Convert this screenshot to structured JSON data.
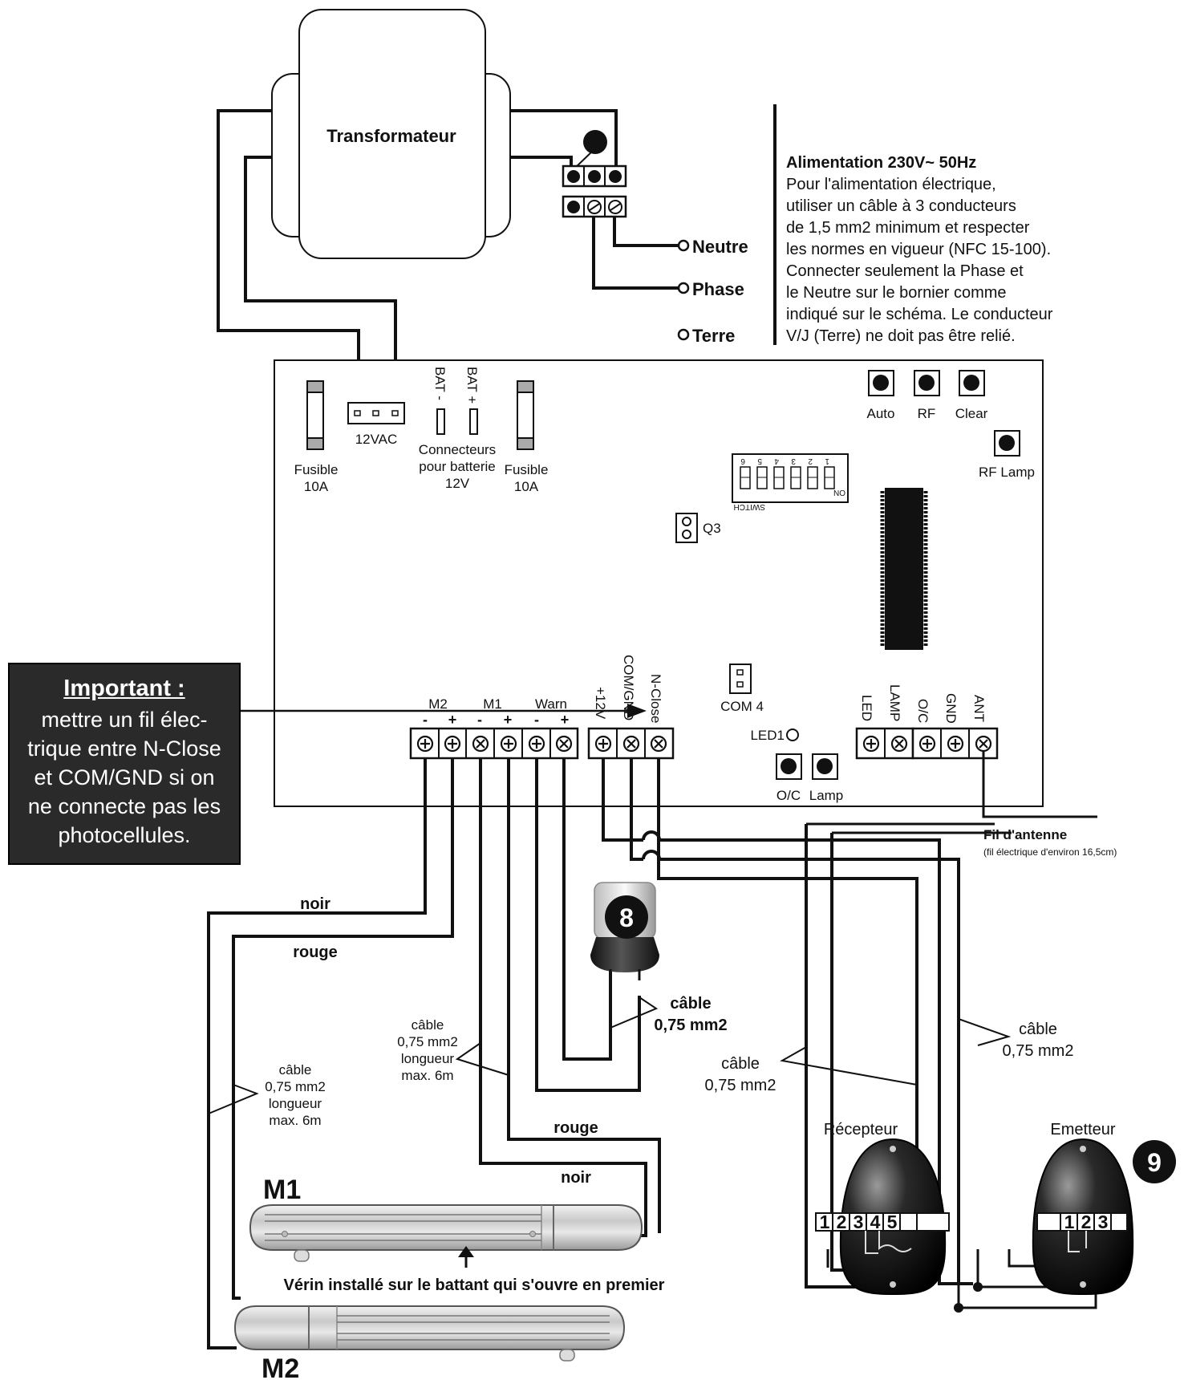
{
  "transformer": {
    "label": "Transformateur"
  },
  "mains": {
    "neutral": "Neutre",
    "phase": "Phase",
    "earth": "Terre"
  },
  "power_note": {
    "title": "Alimentation 230V~ 50Hz",
    "lines": [
      "Pour l'alimentation électrique,",
      "utiliser un câble à 3 conducteurs",
      "de 1,5 mm2 minimum et respecter",
      "les normes en vigueur (NFC 15-100).",
      "Connecter seulement la Phase et",
      "le Neutre sur le bornier comme",
      "indiqué sur le schéma. Le conducteur",
      "V/J (Terre) ne doit pas être relié."
    ]
  },
  "board": {
    "fuse_left": [
      "Fusible",
      "10A"
    ],
    "fuse_right": [
      "Fusible",
      "10A"
    ],
    "vac": "12VAC",
    "bat_minus": "BAT -",
    "bat_plus": "BAT +",
    "battery": [
      "Connecteurs",
      "pour batterie",
      "12V"
    ],
    "buttons": [
      "Auto",
      "RF",
      "Clear"
    ],
    "rf_lamp": "RF Lamp",
    "switch_label": "SWITCH",
    "switch_on": "ON",
    "switch_numbers": [
      "1",
      "2",
      "3",
      "4",
      "5",
      "6"
    ],
    "q3": "Q3",
    "com4": "COM 4",
    "led1": "LED1",
    "oc": "O/C",
    "lamp": "Lamp",
    "groups": [
      "M2",
      "M1",
      "Warn"
    ],
    "polarity": [
      "-",
      "+",
      "-",
      "+",
      "-",
      "+"
    ],
    "mid_terms": [
      "+12V",
      "COM/GND",
      "N-Close"
    ],
    "right_terms": [
      "LED",
      "LAMP",
      "O/C",
      "GND",
      "ANT"
    ]
  },
  "important": {
    "title": "Important :",
    "lines": [
      "mettre un fil élec-",
      "trique entre N-Close",
      "et COM/GND si on",
      "ne connecte pas les",
      "photocellules."
    ]
  },
  "antenna": {
    "title": "Fil d'antenne",
    "note": "(fil électrique d'environ 16,5cm)"
  },
  "wires": {
    "black": "noir",
    "red": "rouge"
  },
  "cable_long": [
    "câble",
    "0,75 mm2",
    "longueur",
    "max. 6m"
  ],
  "cable_short": [
    "câble",
    "0,75 mm2"
  ],
  "badges": {
    "lamp": "8",
    "photocell": "9"
  },
  "receiver": {
    "label": "Récepteur",
    "terminals": [
      "1",
      "2",
      "3",
      "4",
      "5"
    ]
  },
  "emitter": {
    "label": "Emetteur",
    "terminals": [
      "1",
      "2",
      "3"
    ]
  },
  "motors": {
    "m1": "M1",
    "m2": "M2",
    "note": "Vérin installé sur le battant qui s'ouvre en premier"
  }
}
